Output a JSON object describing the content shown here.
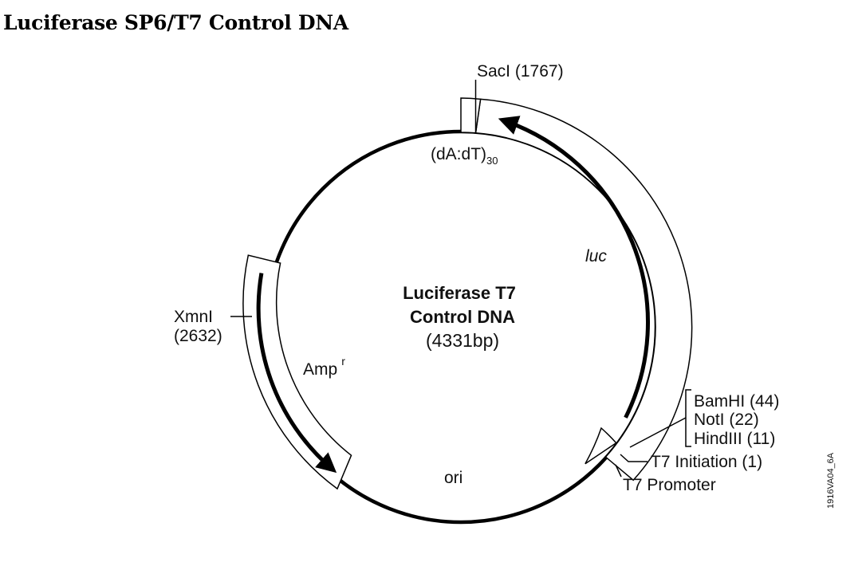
{
  "title": "Luciferase SP6/T7 Control DNA",
  "map": {
    "name_line1": "Luciferase T7",
    "name_line2": "Control DNA",
    "size": "(4331bp)"
  },
  "features": {
    "luc": "luc",
    "amp": "Amp",
    "amp_superscript": "r",
    "ori": "ori",
    "polyA": "(dA:dT)",
    "polyA_subscript": "30"
  },
  "sites": {
    "sacI": "SacI (1767)",
    "xmnI_name": "XmnI",
    "xmnI_position": "(2632)",
    "bamHI": "BamHI (44)",
    "notI": "NotI (22)",
    "hindIII": "HindIII (11)",
    "t7_initiation": "T7 Initiation (1)",
    "t7_promoter": "T7 Promoter"
  },
  "figure_code": "1916VA04_6A"
}
